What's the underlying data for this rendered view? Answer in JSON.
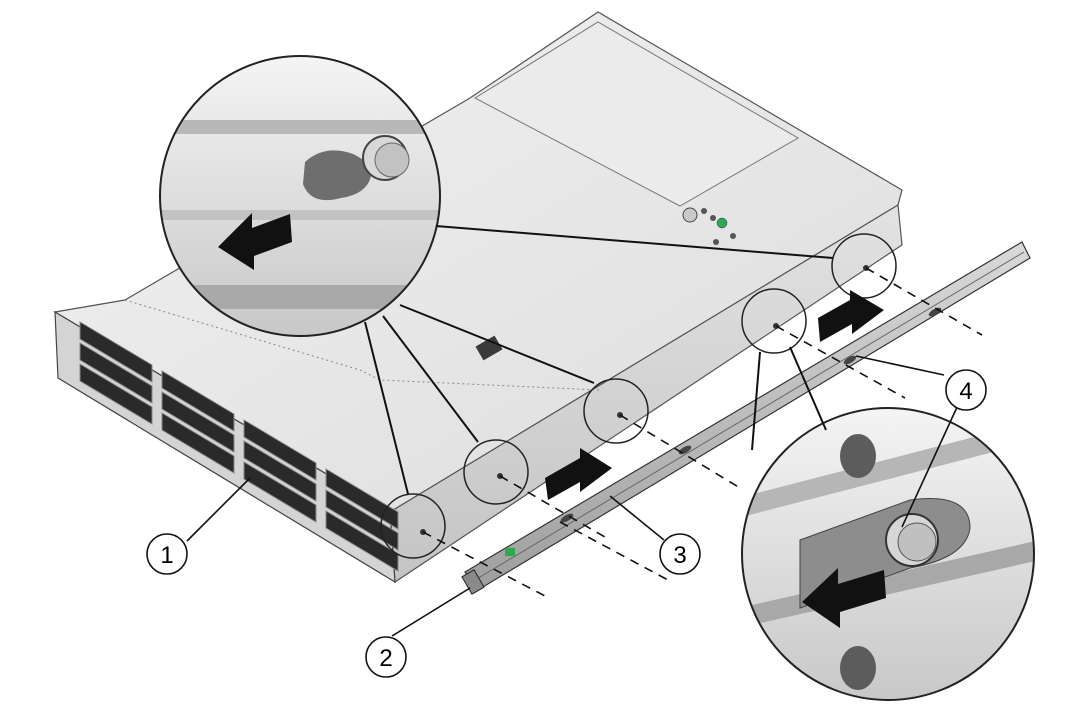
{
  "callouts": [
    {
      "id": "1",
      "label": "1"
    },
    {
      "id": "2",
      "label": "2"
    },
    {
      "id": "3",
      "label": "3"
    },
    {
      "id": "4",
      "label": "4"
    }
  ],
  "colors": {
    "chassis_top": "#e6e6e6",
    "chassis_side": "#cfcfcf",
    "chassis_front": "#d8d8d8",
    "drive_slot": "#2a2a2a",
    "rail": "#b9b9b9",
    "arrow": "#111111",
    "led_green": "#2fa84f",
    "outline": "#333333"
  },
  "icons": [
    "arrow-left-icon",
    "arrow-right-icon",
    "mounting-stud-icon",
    "keyhole-slot-icon"
  ]
}
